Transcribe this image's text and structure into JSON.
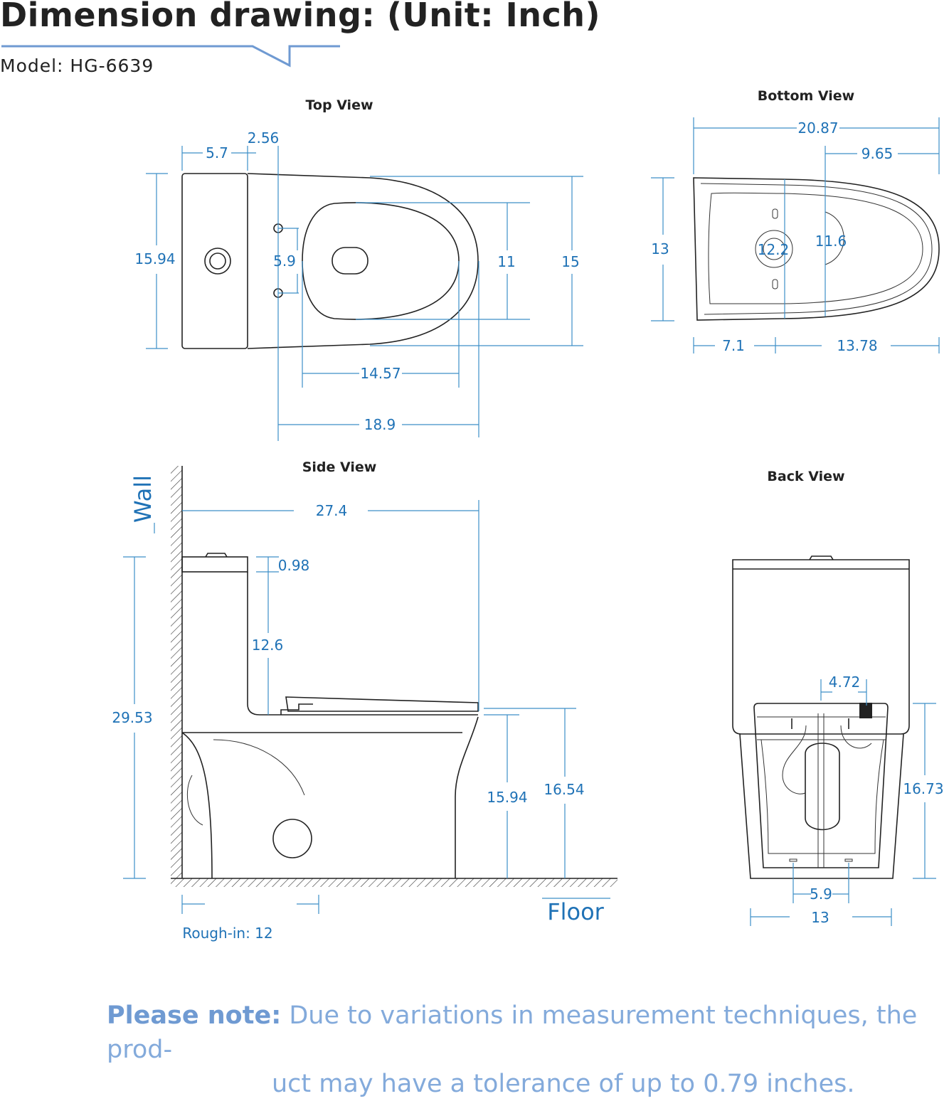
{
  "header": {
    "title": "Dimension drawing: (Unit: Inch)",
    "model": "Model: HG-6639"
  },
  "colors": {
    "dimension": "#1f72b6",
    "note": "#83aadb",
    "outline": "#222222",
    "accent_line": "#6f9ad2"
  },
  "views": {
    "top": {
      "title": "Top View",
      "dims": [
        "5.7",
        "2.56",
        "15.94",
        "5.9",
        "11",
        "15",
        "14.57",
        "18.9"
      ]
    },
    "bottom": {
      "title": "Bottom View",
      "dims": [
        "20.87",
        "9.65",
        "13",
        "12.2",
        "11.6",
        "7.1",
        "13.78"
      ]
    },
    "side": {
      "title": "Side View",
      "dims": [
        "27.4",
        "0.98",
        "12.6",
        "29.53",
        "15.94",
        "16.54"
      ],
      "wall": "Wall",
      "floor": "Floor",
      "rough_in": "Rough-in: 12"
    },
    "back": {
      "title": "Back View",
      "dims": [
        "4.72",
        "16.73",
        "5.9",
        "13"
      ]
    }
  },
  "note": {
    "label": "Please note:",
    "text1": "Due to variations in measurement techniques, the prod-",
    "text2": "uct may have a tolerance of up to 0.79 inches."
  }
}
